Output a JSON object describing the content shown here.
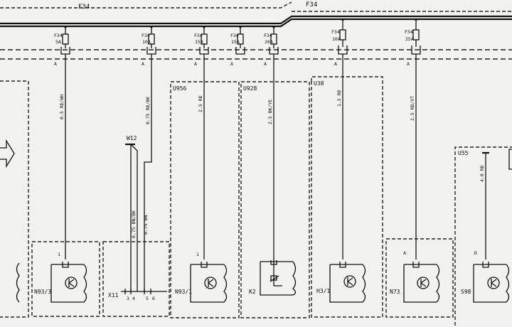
{
  "bus": {
    "left_label": "F34",
    "right_label": "F34"
  },
  "fuses": [
    {
      "id": "F34",
      "rating": "5A",
      "connector": "A",
      "wire": "0.5 RD/WH"
    },
    {
      "id": "F34",
      "rating": "10A",
      "connector": "A",
      "wire": "0.75 RD/BK"
    },
    {
      "id": "F34",
      "rating": "15A",
      "connector": "A",
      "wire": "2.5 RD"
    },
    {
      "id": "F34",
      "rating": "15A",
      "connector": "A",
      "wire": ""
    },
    {
      "id": "F34",
      "rating": "20A",
      "connector": "A",
      "wire": "2.5 BK/YE"
    },
    {
      "id": "F34",
      "rating": "10A",
      "connector": "A",
      "wire": "1.5 RD"
    },
    {
      "id": "F34",
      "rating": "25A",
      "connector": "A",
      "wire": "2.5 RD/VT"
    }
  ],
  "splices": {
    "s1": "U956",
    "s2": "U928",
    "s3": "U38",
    "s4": "U55"
  },
  "ground": {
    "label": "W12",
    "wire_a": "0.75 BN/BK",
    "wire_b": "0.75 BN"
  },
  "connector_x11": {
    "label": "X11",
    "pins": [
      "3",
      "4",
      "5",
      "6"
    ]
  },
  "components": {
    "n93_3": {
      "label": "N93/3",
      "pin": "1"
    },
    "n93_1": {
      "label": "N93/1",
      "pin": "1"
    },
    "k2": {
      "label": "K2",
      "pin": ""
    },
    "h3_1": {
      "label": "H3/1",
      "pin": ""
    },
    "n73": {
      "label": "N73",
      "pin": "A"
    },
    "s98": {
      "label": "S98",
      "pin": "D"
    }
  },
  "s98_wire": "4.0 RD"
}
